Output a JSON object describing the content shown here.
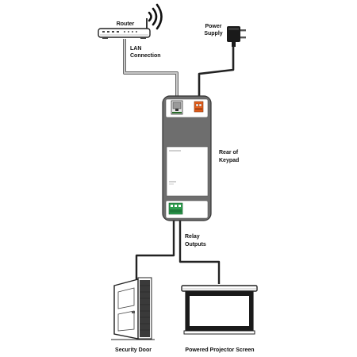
{
  "labels": {
    "router": "Router",
    "power_supply_line1": "Power",
    "power_supply_line2": "Supply",
    "lan_line1": "LAN",
    "lan_line2": "Connection",
    "keypad_line1": "Rear of",
    "keypad_line2": "Keypad",
    "relay_line1": "Relay",
    "relay_line2": "Outputs",
    "security_door": "Security Door",
    "projector_screen": "Powered Projector Screen"
  },
  "colors": {
    "background": "#ffffff",
    "cable": "#222222",
    "lan_cable": "#bdbdbd",
    "keypad_body": "#6e6e6e",
    "keypad_panel": "#ffffff",
    "terminal_orange": "#e8601c",
    "terminal_green": "#2e9e4e",
    "text": "#111111"
  },
  "icons": {
    "router": "router-icon",
    "wifi": "wifi-signal-icon",
    "power": "power-adapter-icon",
    "door": "security-door-icon",
    "screen": "projector-screen-icon"
  }
}
